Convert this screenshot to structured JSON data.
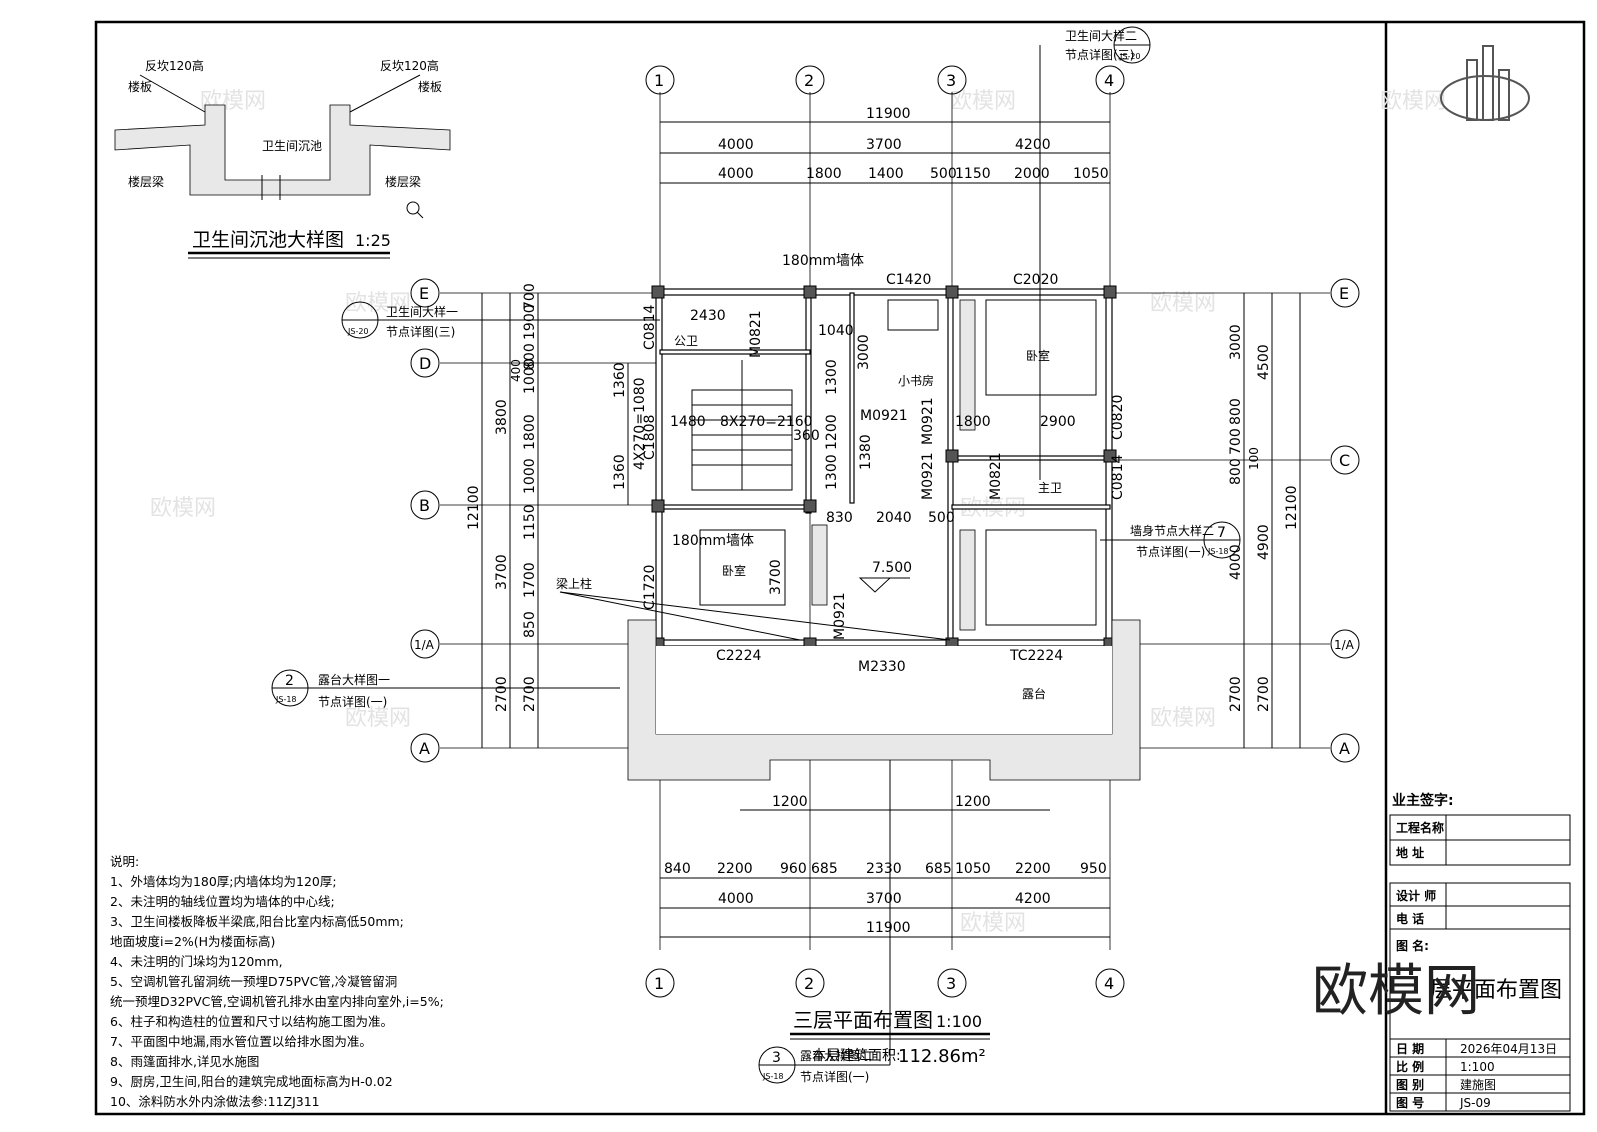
{
  "main_title": "三层平面布置图",
  "main_scale": "1:100",
  "area_label": "本层建筑面积:",
  "area_value": "112.86m²",
  "detail": {
    "title": "卫生间沉池大样图",
    "scale": "1:25",
    "labels": [
      "反坎120高",
      "反坎120高",
      "楼板",
      "楼板",
      "卫生间沉池",
      "楼层梁",
      "楼层梁"
    ]
  },
  "axes_vertical": [
    "1",
    "2",
    "3",
    "4"
  ],
  "axes_horizontal": [
    "E",
    "D",
    "C",
    "B",
    "1/A",
    "A"
  ],
  "dims_top": {
    "total": "11900",
    "row1": [
      "4000",
      "3700",
      "4200"
    ],
    "row2": [
      "4000",
      "1800",
      "1400",
      "500",
      "1150",
      "2000",
      "1050"
    ]
  },
  "dims_bottom": {
    "row1": [
      "840",
      "2200",
      "960",
      "685",
      "2330",
      "685",
      "1050",
      "2200",
      "950"
    ],
    "row2": [
      "4000",
      "3700",
      "4200"
    ],
    "total": "11900",
    "small": [
      "1200",
      "1200"
    ]
  },
  "dims_left": {
    "total": "12100",
    "row_outer": [
      "3800",
      "3700",
      "2700"
    ],
    "row_inner": [
      "1900",
      "1000",
      "1800",
      "1000",
      "1150",
      "1700",
      "850",
      "2700"
    ],
    "extra": [
      "700",
      "800",
      "400",
      "1360",
      "1360",
      "4X270=1080"
    ]
  },
  "dims_right": {
    "total": "12100",
    "row_outer": [
      "4500",
      "4900",
      "2700"
    ],
    "row_inner": [
      "3000",
      "4000",
      "2700"
    ],
    "extra": [
      "800",
      "700",
      "800",
      "100"
    ]
  },
  "rooms": [
    "公卫",
    "小书房",
    "卧室",
    "主卫",
    "卧室",
    "露台"
  ],
  "openings": [
    "C1420",
    "C2020",
    "C0814",
    "M0821",
    "M0921",
    "M0921",
    "C1808",
    "M0921",
    "M0821",
    "C0820",
    "C0814",
    "C1720",
    "C2224",
    "M2330",
    "TC2224",
    "M0921"
  ],
  "room_dims": [
    "2430",
    "1040",
    "180mm墙体",
    "180mm墙体",
    "8X270=2160",
    "1480",
    "3000",
    "1800",
    "2900",
    "2040",
    "830",
    "500",
    "1380",
    "3700",
    "7.500",
    "1300",
    "1200",
    "1300",
    "360"
  ],
  "callouts": [
    {
      "text1": "卫生间大样一",
      "text2": "节点详图(三)",
      "num": "JS-20"
    },
    {
      "text1": "卫生间大样二",
      "text2": "节点详图(三)",
      "num": "JS-20"
    },
    {
      "text1": "墙身节点大样二",
      "text2": "节点详图(一)",
      "num": "7",
      "sheet": "JS-18"
    },
    {
      "text1": "露台大样图一",
      "text2": "节点详图(一)",
      "num": "2",
      "sheet": "JS-18"
    },
    {
      "text1": "露台大样图二",
      "text2": "节点详图(一)",
      "num": "3",
      "sheet": "JS-18"
    }
  ],
  "label_beam_col": "梁上柱",
  "notes_title": "说明:",
  "notes": [
    "1、外墙体均为180厚;内墙体均为120厚;",
    "2、未注明的轴线位置均为墙体的中心线;",
    "3、卫生间楼板降板半梁底,阳台比室内标高低50mm;",
    "   地面坡度i=2%(H为楼面标高)",
    "4、未注明的门垛均为120mm,",
    "5、空调机管孔留洞统一预埋D75PVC管,冷凝管留洞",
    "   统一预埋D32PVC管,空调机管孔排水由室内排向室外,i=5%;",
    "6、柱子和构造柱的位置和尺寸以结构施工图为准。",
    "7、平面图中地漏,雨水管位置以给排水图为准。",
    "8、雨篷面排水,详见水施图",
    "9、厨房,卫生间,阳台的建筑完成地面标高为H-0.02",
    "10、涂料防水外内涂做法参:11ZJ311"
  ],
  "title_block": {
    "owner_sign": "业主签字:",
    "rows_top": [
      "工程名称",
      "地  址"
    ],
    "rows_mid": [
      "设计 师",
      "电  话"
    ],
    "drawing_name_label": "图  名:",
    "drawing_name": "层平面布置图",
    "rows_bottom": [
      {
        "label": "日  期",
        "value": "2026年04月13日"
      },
      {
        "label": "比  例",
        "value": "1:100"
      },
      {
        "label": "图  别",
        "value": "建施图"
      },
      {
        "label": "图  号",
        "value": "JS-09"
      }
    ]
  },
  "watermark": "欧模网",
  "watermark_url": "www.om.cn"
}
